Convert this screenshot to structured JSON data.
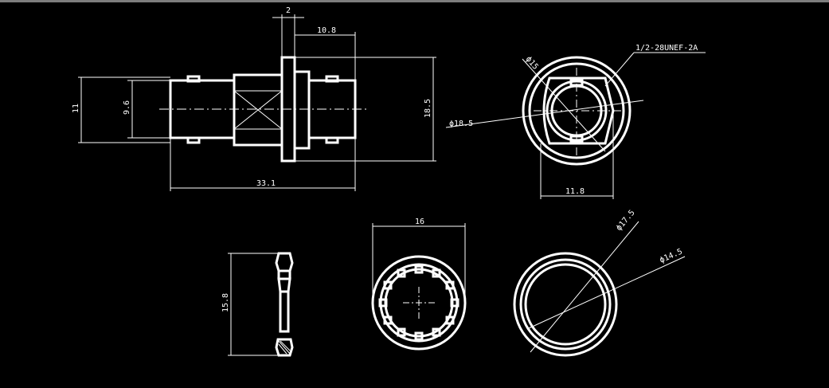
{
  "dimensions": {
    "flange_thickness": "2",
    "nut_offset": "10.8",
    "outer_diameter": "11",
    "inner_diameter": "9.6",
    "flange_height": "18.5",
    "total_length": "33.1",
    "thread_spec": "1/2-28UNEF-2A",
    "front_small_dia": "ϕ15",
    "front_large_dia": "ϕ18.5",
    "front_width": "11.8",
    "washer_width": "16",
    "side_height": "15.8",
    "ring_outer_dia": "ϕ17.5",
    "ring_inner_dia": "ϕ14.5"
  },
  "colors": {
    "background": "#000000",
    "line": "#ffffff",
    "topbar": "#7d7d7d"
  }
}
